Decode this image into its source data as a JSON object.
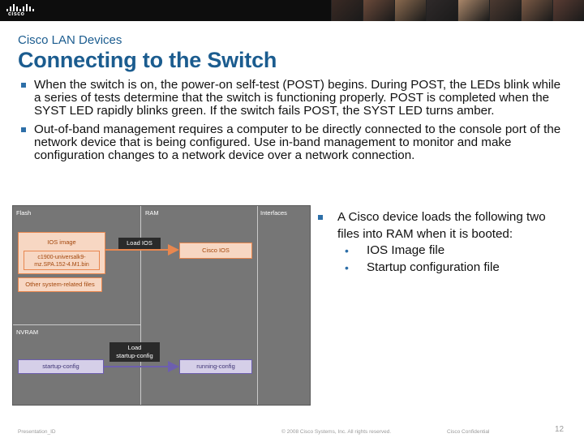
{
  "header": {
    "logo_text": "cisco",
    "photo_colors": [
      "#3a2a24",
      "#6b4a3a",
      "#8a6a4f",
      "#2f2a2a",
      "#a98669",
      "#4c3a31",
      "#7b5a45",
      "#5a3c33"
    ]
  },
  "section_title": "Cisco LAN Devices",
  "slide_title": "Connecting to the Switch",
  "bullets": [
    "When the switch is on, the power-on self-test (POST) begins. During POST, the LEDs blink while a series of tests determine that the switch is functioning properly. POST is completed when the SYST LED rapidly blinks green. If the switch fails POST, the SYST LED turns amber.",
    "Out-of-band management requires a computer to be directly connected to the console port of the network device that is being configured. Use in-band management to monitor and make configuration changes to a network device over a network connection."
  ],
  "diagram": {
    "flash_label": "Flash",
    "ram_label": "RAM",
    "interfaces_label": "Interfaces",
    "nvram_label": "NVRAM",
    "ios_image_title": "IOS image",
    "ios_image_file_line1": "c1900-universalk9-",
    "ios_image_file_line2": "mz.SPA.152-4.M1.bin",
    "other_files": "Other system-related files",
    "load_ios": "Load IOS",
    "cisco_ios": "Cisco IOS",
    "load_startup_line1": "Load",
    "load_startup_line2": "startup-config",
    "startup_config": "startup-config",
    "running_config": "running-config",
    "colors": {
      "orange_fill": "#f7d7c3",
      "orange_border": "#e8874f",
      "purple_fill": "#d5cfe8",
      "purple_border": "#6d5fae",
      "panel_bg": "#767676"
    }
  },
  "right_panel": {
    "intro": "A Cisco device loads the following two files into RAM when it is booted:",
    "items": [
      "IOS Image file",
      "Startup configuration file"
    ]
  },
  "footer": {
    "presentation_id": "Presentation_ID",
    "copyright": "© 2008 Cisco Systems, Inc. All rights reserved.",
    "confidential": "Cisco Confidential",
    "page_number": "12"
  },
  "colors": {
    "title_blue": "#1b5c8f",
    "bullet_blue": "#2d6fa8"
  }
}
